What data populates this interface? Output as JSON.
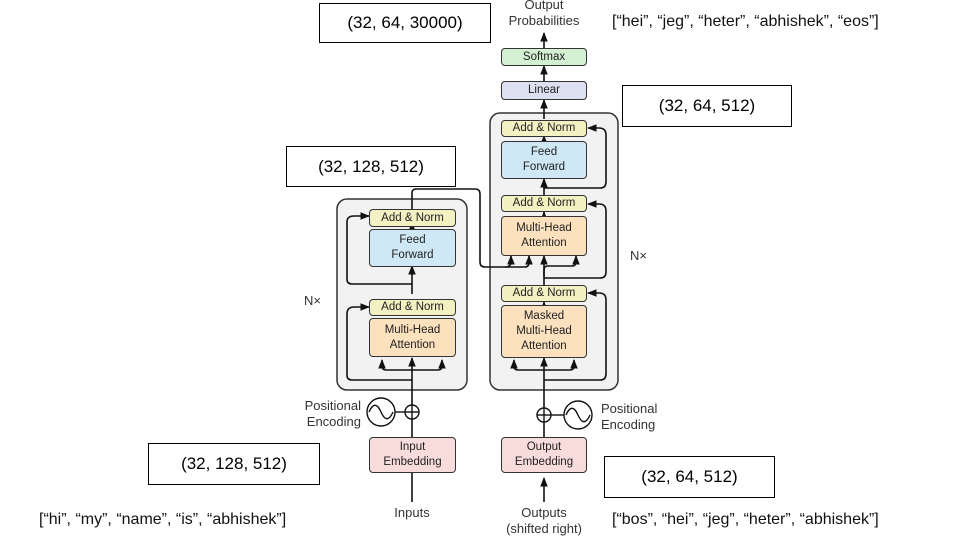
{
  "output_probabilities_label": "Output\nProbabilities",
  "softmax": "Softmax",
  "linear": "Linear",
  "encoder": {
    "add_norm_top": "Add & Norm",
    "feed_forward": "Feed\nForward",
    "add_norm_bottom": "Add & Norm",
    "attention": "Multi-Head\nAttention",
    "nx": "N×"
  },
  "decoder": {
    "add_norm_top": "Add & Norm",
    "feed_forward": "Feed\nForward",
    "add_norm_mid": "Add & Norm",
    "attention": "Multi-Head\nAttention",
    "add_norm_bottom": "Add & Norm",
    "masked_attention": "Masked\nMulti-Head\nAttention",
    "nx": "N×"
  },
  "input_embedding": "Input\nEmbedding",
  "output_embedding": "Output\nEmbedding",
  "positional_encoding_left": "Positional\nEncoding",
  "positional_encoding_right": "Positional\nEncoding",
  "inputs_label": "Inputs",
  "outputs_label": "Outputs\n(shifted right)",
  "shapes": {
    "output": "(32, 64, 30000)",
    "decoder_out": "(32, 64, 512)",
    "encoder_out": "(32, 128, 512)",
    "input_emb": "(32, 128, 512)",
    "output_emb": "(32, 64, 512)"
  },
  "tokens": {
    "output": "[“hei”, “jeg”, “heter”, “abhishek”, “eos”]",
    "input": "[“hi”, “my”, “name”, “is”, “abhishek”]",
    "target": "[“bos”, “hei”, “jeg”, “heter”, “abhishek”]"
  }
}
